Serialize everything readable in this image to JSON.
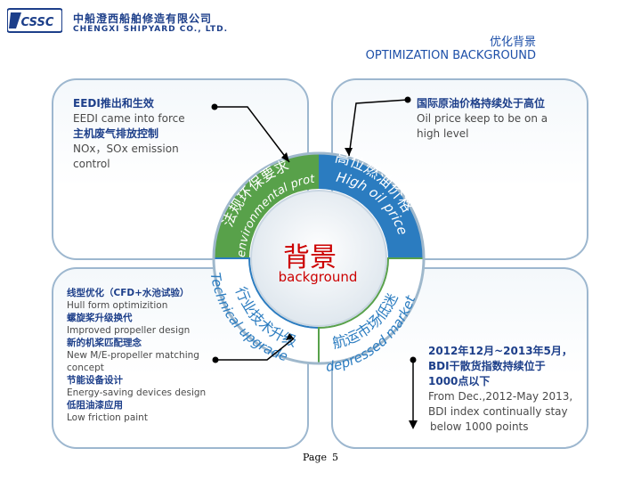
{
  "header": {
    "logo_text": "CSSC",
    "company_cn": "中船澄西船舶修造有限公司",
    "company_en": "CHENGXI SHIPYARD CO., LTD.",
    "title_cn": "优化背景",
    "title_en": "OPTIMIZATION BACKGROUND"
  },
  "top_left": {
    "heading_cn": "EEDI推出和生效",
    "heading_en": "EEDI  came into force",
    "sub_cn": "主机废气排放控制",
    "sub_en_1": "NOx，SOx emission",
    "sub_en_2": "control"
  },
  "top_right": {
    "heading_cn": "国际原油价格持续处于高位",
    "text_en_1": "Oil price  keep to be on a",
    "text_en_2": "high level"
  },
  "bottom_left": {
    "h1": "线型优化（CFD+水池试验）",
    "t1": "Hull form optimizition",
    "h2": "螺旋桨升级换代",
    "t2": "Improved propeller design",
    "h3": "新的机桨匹配理念",
    "t3a": "New  M/E-propeller matching",
    "t3b": "concept",
    "h4": "节能设备设计",
    "t4": "Energy-saving devices design",
    "h5": "低阻油漆应用",
    "t5": "Low friction paint"
  },
  "bottom_right": {
    "h1": "2012年12月~2013年5月，",
    "h2": "BDI干散货指数持续位于",
    "h3": "1000点以下",
    "t1": "From Dec.,2012-May 2013,",
    "t2": "BDI index continually stay",
    "t3": "below 1000 points"
  },
  "ring": {
    "seg_tl_cn": "法规环保要求",
    "seg_tl_en": "environmental protection rules",
    "seg_tr_cn": "高位燃油价格",
    "seg_tr_en": "High oil price",
    "seg_bl_cn": "行业技术升级",
    "seg_bl_en": "Technical upgrade",
    "seg_br_cn": "航运市场低迷",
    "seg_br_en": "depressed market"
  },
  "center": {
    "cn": "背景",
    "en": "background"
  },
  "footer": {
    "page_label": "Page",
    "page_number": "5"
  },
  "colors": {
    "ring_green": "#58a14a",
    "ring_blue": "#2b7cc0",
    "accent_red": "#cc0000",
    "brand_blue": "#1d3f8a"
  }
}
